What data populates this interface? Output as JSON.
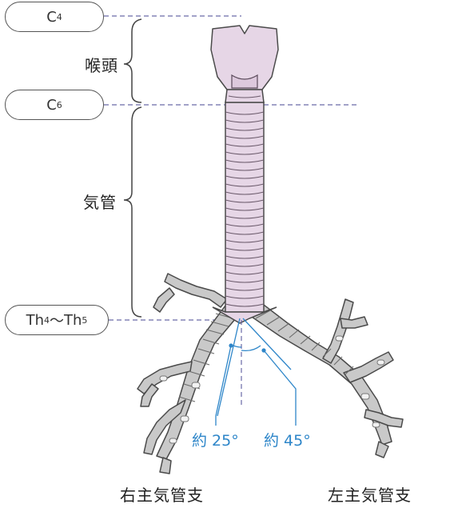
{
  "labels": {
    "c4": {
      "base": "C",
      "sub": "4"
    },
    "c6": {
      "base": "C",
      "sub": "6"
    },
    "th": {
      "base1": "Th",
      "sub1": "4",
      "sep": "〜",
      "base2": "Th",
      "sub2": "5"
    }
  },
  "regions": {
    "larynx": "喉頭",
    "trachea": "気管"
  },
  "angles": {
    "right": "約 25°",
    "left": "約 45°"
  },
  "captions": {
    "right_bronchus": "右主気管支",
    "left_bronchus": "左主気管支"
  },
  "colors": {
    "tissue": "#e6d6e6",
    "bronchus": "#c9c9c9",
    "outline": "#4a4a4a",
    "angle_line": "#2e86c9",
    "guide_line": "#6a6aa8"
  }
}
